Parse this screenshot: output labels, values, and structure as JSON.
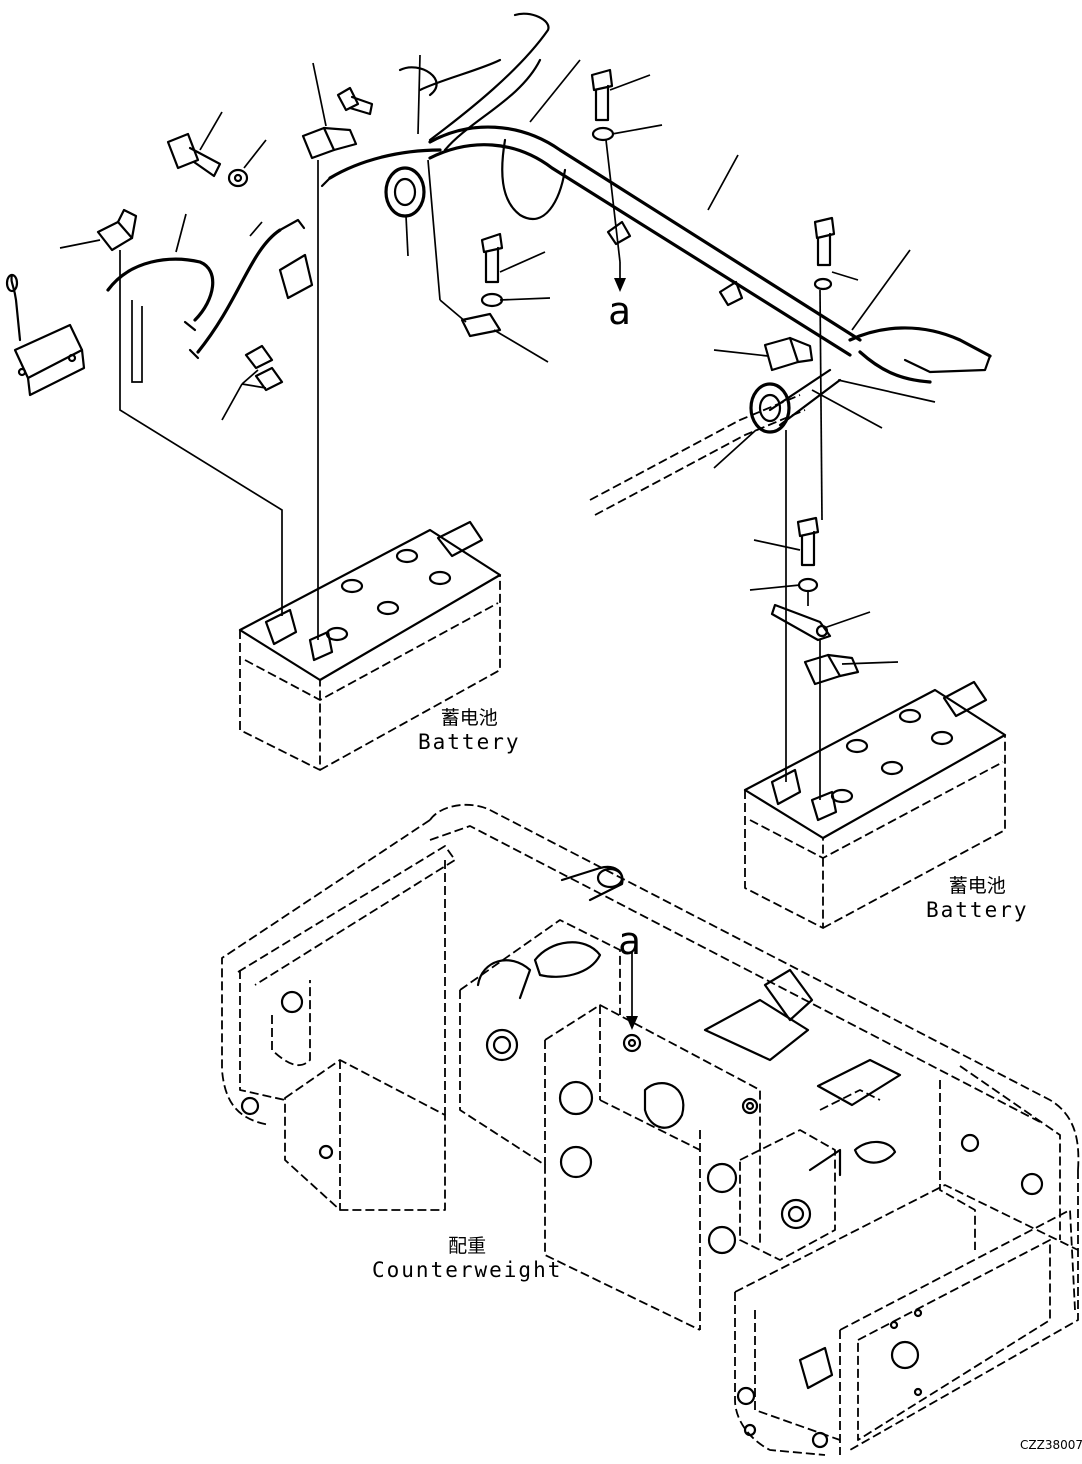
{
  "labels": {
    "battery_left": {
      "cn": "蓄电池",
      "en": "Battery"
    },
    "battery_right": {
      "cn": "蓄电池",
      "en": "Battery"
    },
    "counterweight": {
      "cn": "配重",
      "en": "Counterweight"
    }
  },
  "section_marks": {
    "upper": "a",
    "lower": "a"
  },
  "drawing_code": "CZZ38007"
}
